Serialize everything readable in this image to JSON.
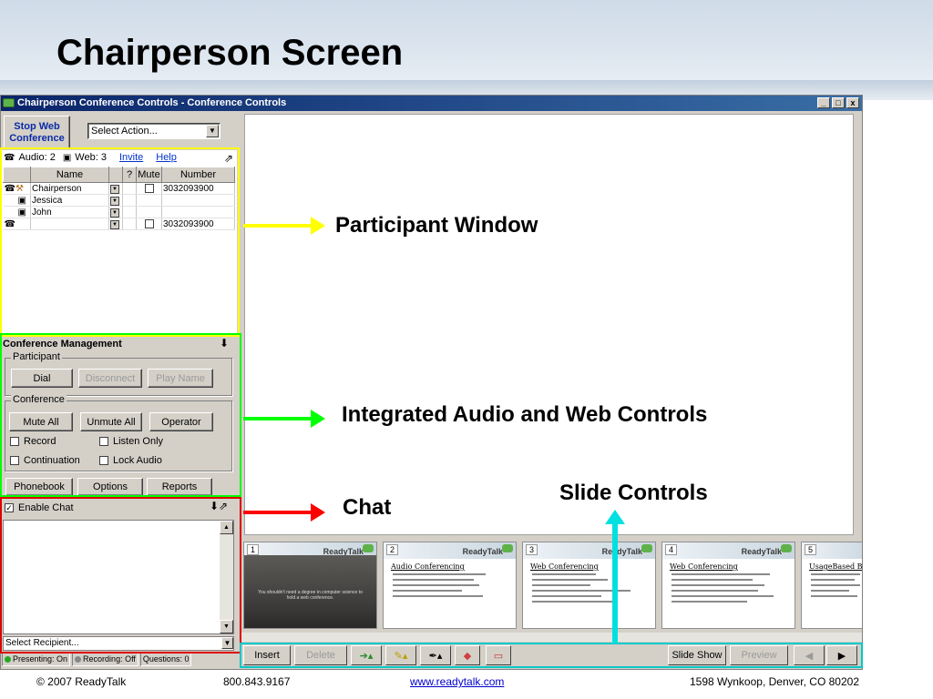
{
  "slide": {
    "title": "Chairperson Screen"
  },
  "window": {
    "title": "Chairperson Conference Controls - Conference Controls",
    "controls": [
      "_",
      "□",
      "x"
    ]
  },
  "toolbar": {
    "stop_web_line1": "Stop Web",
    "stop_web_line2": "Conference",
    "select_action": "Select Action..."
  },
  "participants": {
    "audio_count": "Audio: 2",
    "web_count": "Web: 3",
    "invite_link": "Invite",
    "help_link": "Help",
    "columns": [
      "Name",
      "?",
      "Mute",
      "Number"
    ],
    "rows": [
      {
        "name": "Chairperson",
        "number": "3032093900",
        "icons": [
          "phone-icon",
          "gavel-icon"
        ]
      },
      {
        "name": "Jessica",
        "number": "",
        "icons": [
          "computer-icon"
        ]
      },
      {
        "name": "John",
        "number": "",
        "icons": [
          "computer-icon"
        ]
      },
      {
        "name": "",
        "number": "3032093900",
        "icons": [
          "phone-icon"
        ]
      }
    ]
  },
  "conference_mgmt": {
    "title": "Conference Management",
    "participant_group": "Participant",
    "dial": "Dial",
    "disconnect": "Disconnect",
    "play_name": "Play Name",
    "conference_group": "Conference",
    "mute_all": "Mute All",
    "unmute_all": "Unmute All",
    "operator": "Operator",
    "record": "Record",
    "listen_only": "Listen Only",
    "continuation": "Continuation",
    "lock_audio": "Lock Audio",
    "phonebook": "Phonebook",
    "options": "Options",
    "reports": "Reports"
  },
  "chat": {
    "enable_chat": "Enable Chat",
    "select_recipient": "Select Recipient..."
  },
  "status": {
    "presenting": "Presenting: On",
    "recording": "Recording: Off",
    "questions": "Questions: 0"
  },
  "slides": {
    "thumbnails": [
      {
        "num": "1",
        "brand": "ReadyTalk",
        "title": "",
        "text": "You shouldn't need a degree in computer science to hold a web conference."
      },
      {
        "num": "2",
        "brand": "ReadyTalk",
        "title": "Audio Conferencing",
        "text": ""
      },
      {
        "num": "3",
        "brand": "ReadyTalk",
        "title": "Web Conferencing",
        "text": ""
      },
      {
        "num": "4",
        "brand": "ReadyTalk",
        "title": "Web Conferencing",
        "text": ""
      },
      {
        "num": "5",
        "brand": "",
        "title": "UsageBased B",
        "text": ""
      }
    ],
    "insert": "Insert",
    "delete": "Delete",
    "slide_show": "Slide Show",
    "preview": "Preview"
  },
  "callouts": {
    "participant_window": "Participant Window",
    "integrated_controls": "Integrated Audio and Web Controls",
    "chat": "Chat",
    "slide_controls": "Slide Controls"
  },
  "colors": {
    "highlight_participant": "#ffff00",
    "highlight_controls": "#00ff00",
    "highlight_chat": "#dd0000",
    "highlight_slides": "#00c8c8",
    "titlebar": "#0a246a"
  },
  "footer": {
    "copyright": "© 2007 ReadyTalk",
    "phone": "800.843.9167",
    "url": "www.readytalk.com",
    "address": "1598 Wynkoop, Denver, CO 80202"
  }
}
